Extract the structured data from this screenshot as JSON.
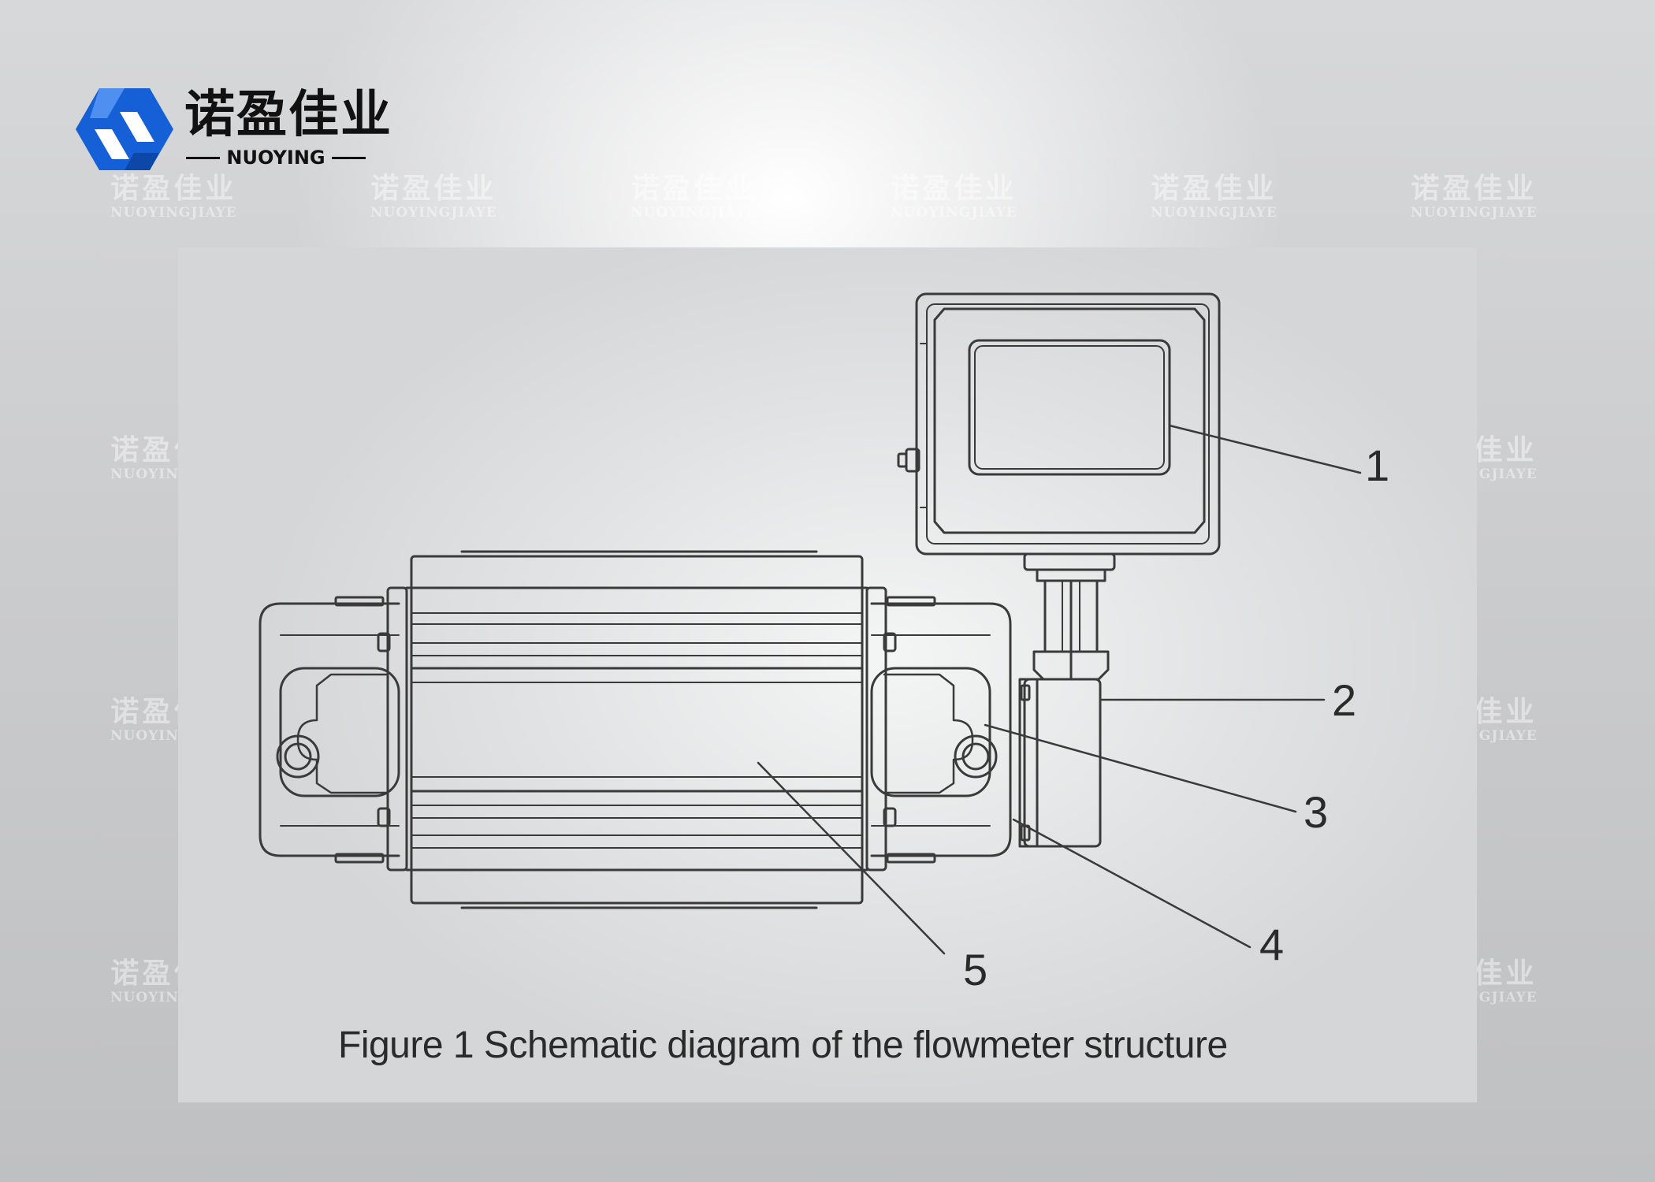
{
  "brand": {
    "name_cn": "诺盈佳业",
    "name_en": "NUOYING",
    "watermark_cn": "诺盈佳业",
    "watermark_en": "NUOYINGJIAYE",
    "logo_color": "#1560d6"
  },
  "diagram": {
    "caption": "Figure 1 Schematic diagram of the flowmeter structure",
    "callouts": [
      "1",
      "2",
      "3",
      "4",
      "5"
    ]
  },
  "colors": {
    "line": "#3a3a3a",
    "panel": "#e6e7e8",
    "text": "#2a2a2a"
  }
}
